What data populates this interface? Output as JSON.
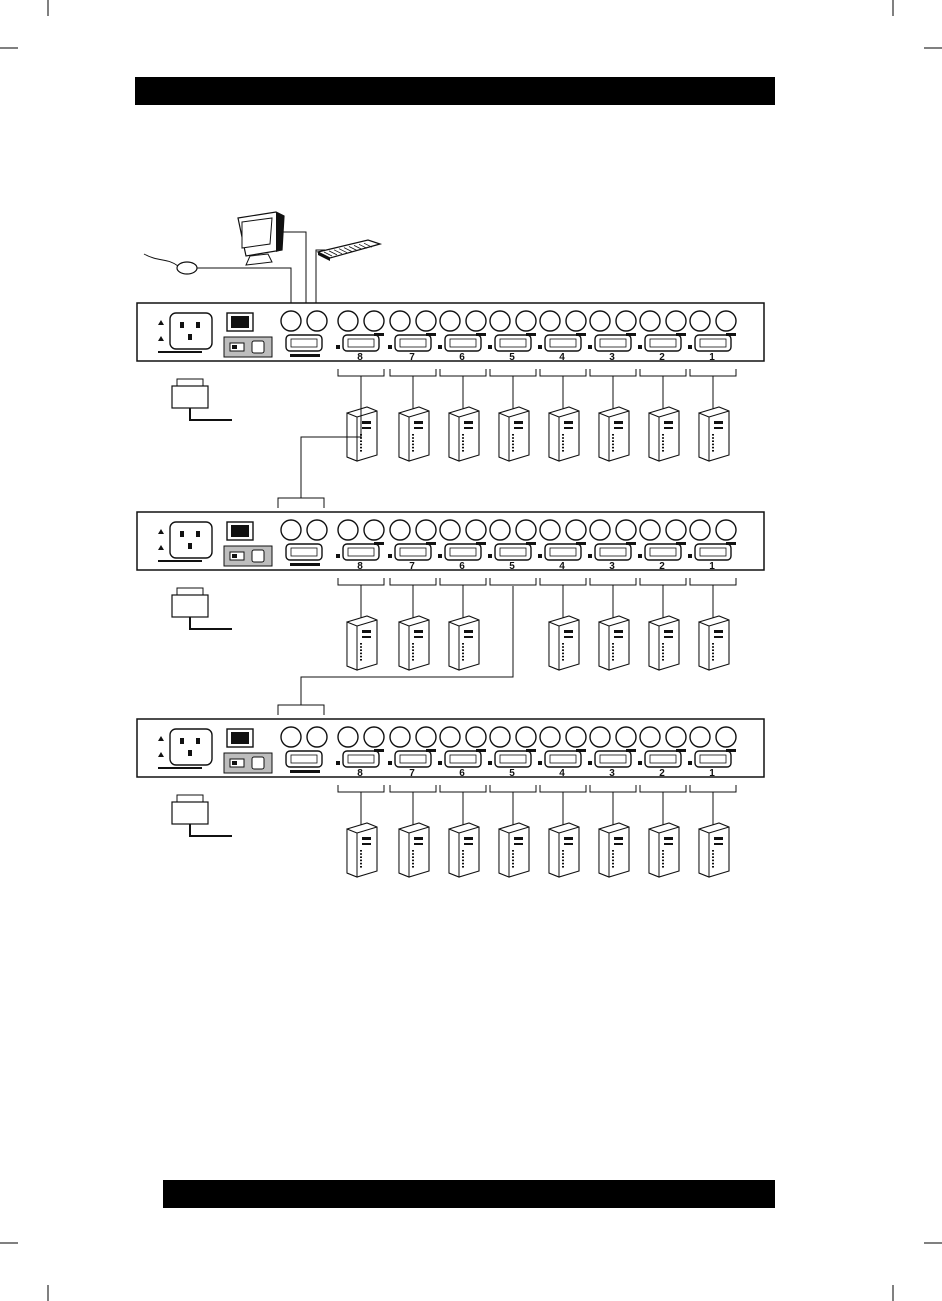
{
  "page": {
    "header_bar": "",
    "footer_bar": ""
  },
  "diagram": {
    "kind": "kvm-daisy-chain-wiring",
    "console_devices": [
      "monitor",
      "keyboard",
      "mouse"
    ],
    "units": [
      {
        "name": "",
        "port_labels": [
          "8",
          "7",
          "6",
          "5",
          "4",
          "3",
          "2",
          "1"
        ],
        "computers_on_ports": [
          "8",
          "7",
          "6",
          "5",
          "4",
          "3",
          "2",
          "1"
        ],
        "chain_out_port": "8"
      },
      {
        "name": "",
        "port_labels": [
          "8",
          "7",
          "6",
          "5",
          "4",
          "3",
          "2",
          "1"
        ],
        "computers_on_ports": [
          "8",
          "7",
          "6",
          "4",
          "3",
          "2",
          "1"
        ],
        "chain_out_port": "5"
      },
      {
        "name": "",
        "port_labels": [
          "8",
          "7",
          "6",
          "5",
          "4",
          "3",
          "2",
          "1"
        ],
        "computers_on_ports": [
          "8",
          "7",
          "6",
          "5",
          "4",
          "3",
          "2",
          "1"
        ],
        "chain_out_port": ""
      }
    ],
    "colors": {
      "ink": "#111111",
      "panel_fill": "#ffffff",
      "daisy_chain_box": "#bdbdbd",
      "bars": "#000000"
    },
    "icons": {
      "monitor": "monitor-icon",
      "keyboard": "keyboard-icon",
      "mouse": "mouse-icon",
      "computer": "tower-computer-icon",
      "power_adapter": "power-adapter-icon"
    }
  }
}
